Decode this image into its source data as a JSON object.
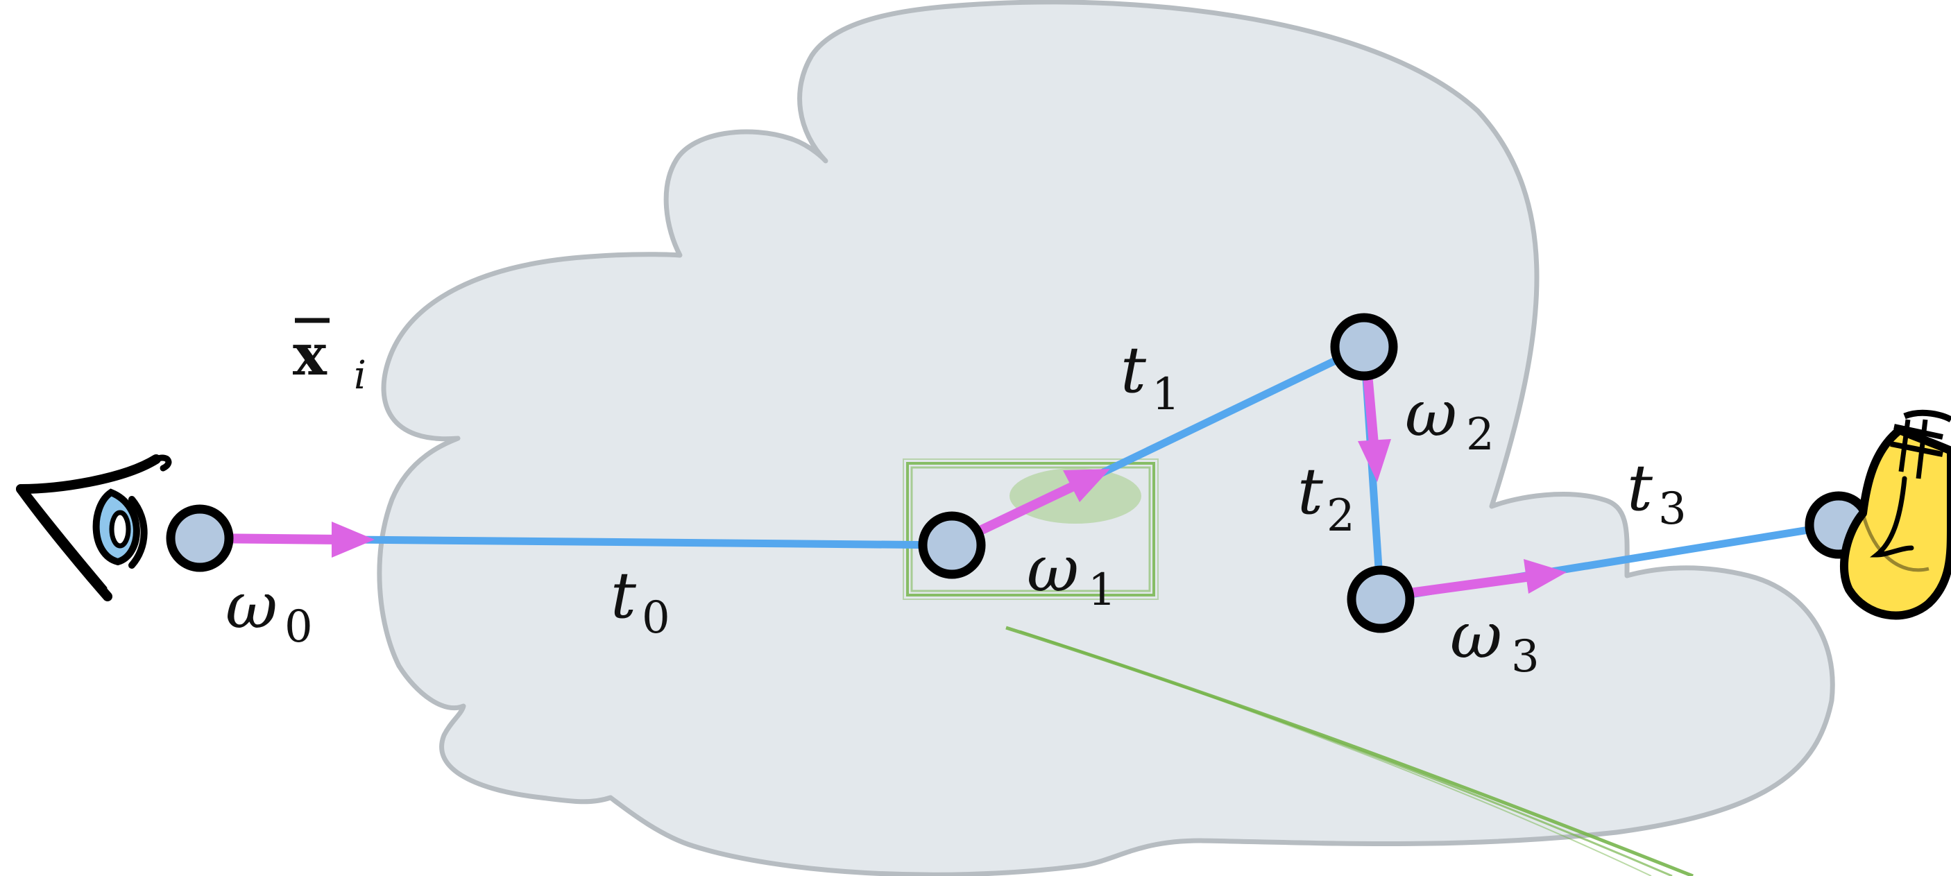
{
  "diagram": {
    "path_label": {
      "symbol": "x",
      "subscript": "i"
    },
    "directions": [
      {
        "symbol": "ω",
        "subscript": "0"
      },
      {
        "symbol": "ω",
        "subscript": "1"
      },
      {
        "symbol": "ω",
        "subscript": "2"
      },
      {
        "symbol": "ω",
        "subscript": "3"
      }
    ],
    "distances": [
      {
        "symbol": "t",
        "subscript": "0"
      },
      {
        "symbol": "t",
        "subscript": "1"
      },
      {
        "symbol": "t",
        "subscript": "2"
      },
      {
        "symbol": "t",
        "subscript": "3"
      }
    ],
    "colors": {
      "medium_fill": "#e3e8ec",
      "medium_outline": "#b6bcc1",
      "segment": "#55a7ee",
      "direction_arrow": "#dc64e4",
      "vertex_fill": "#b3c8e0",
      "vertex_outline": "#000000",
      "highlight": "#77b54d",
      "bulb": "#ffe04d",
      "eye_iris": "#8fc6ec"
    },
    "icons": {
      "camera": "eye-icon",
      "light": "lightbulb-icon"
    }
  }
}
